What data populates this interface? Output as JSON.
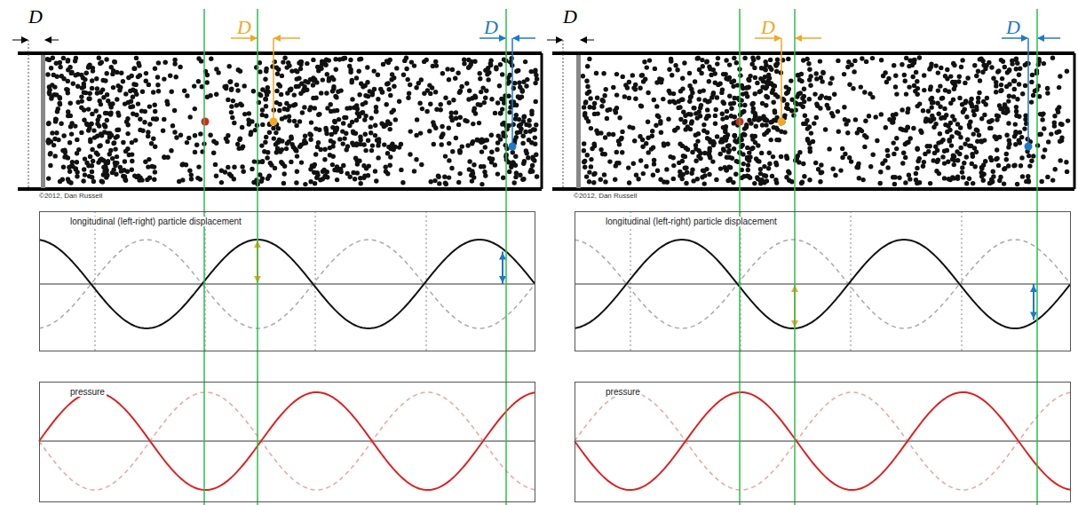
{
  "diagram": {
    "nodes": [
      {
        "text": [
          "longitudinal (left-right) particle displacement"
        ]
      },
      {
        "text": [
          "pressure"
        ]
      },
      {
        "text": [
          "longitudinal (left-right) particle displacement"
        ]
      },
      {
        "text": [
          "pressure"
        ]
      }
    ],
    "labels": [
      "D",
      "D",
      "D",
      "©2012, Dan Russell",
      "D",
      "D",
      "D",
      "©2012, Dan Russell"
    ]
  }
}
